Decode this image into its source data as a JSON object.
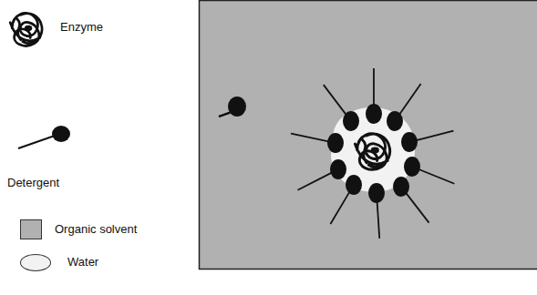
{
  "diagram": {
    "legend": [
      {
        "text": "Enzyme"
      },
      {
        "text": "Detergent"
      },
      {
        "text": "Organic solvent",
        "color": "#b1b1b1"
      },
      {
        "text": "Water",
        "color": "#f2f2f2"
      }
    ]
  }
}
